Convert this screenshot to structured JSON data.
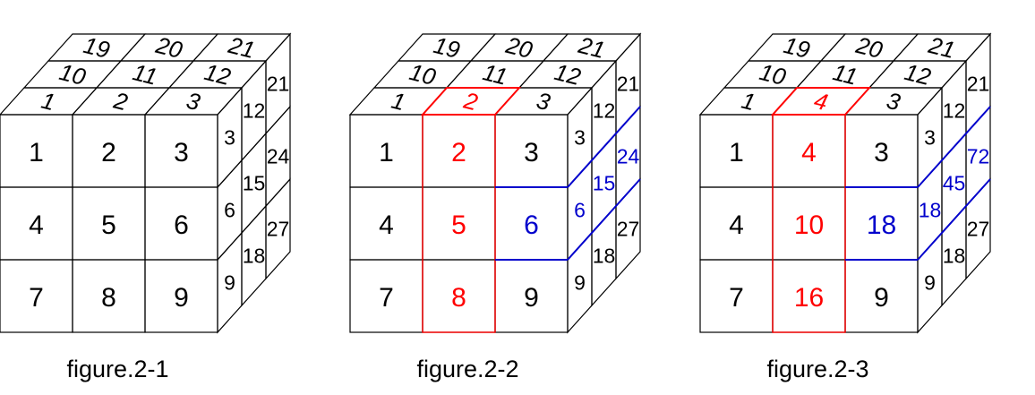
{
  "colors": {
    "default": "#000000",
    "red": "#ff0000",
    "blue": "#0000cc",
    "line": "#000000",
    "background": "#ffffff"
  },
  "figures": [
    {
      "caption": "figure.2-1",
      "front": [
        [
          "1",
          "2",
          "3"
        ],
        [
          "4",
          "5",
          "6"
        ],
        [
          "7",
          "8",
          "9"
        ]
      ],
      "top": [
        [
          "1",
          "2",
          "3"
        ],
        [
          "10",
          "11",
          "12"
        ],
        [
          "19",
          "20",
          "21"
        ]
      ],
      "side": [
        [
          "3",
          "12",
          "21"
        ],
        [
          "6",
          "15",
          "24"
        ],
        [
          "9",
          "18",
          "27"
        ]
      ],
      "highlight": {
        "front_red_col": null,
        "top_red_cell": null,
        "front_blue_cell": null,
        "side_blue_row": null
      }
    },
    {
      "caption": "figure.2-2",
      "front": [
        [
          "1",
          "2",
          "3"
        ],
        [
          "4",
          "5",
          "6"
        ],
        [
          "7",
          "8",
          "9"
        ]
      ],
      "top": [
        [
          "1",
          "2",
          "3"
        ],
        [
          "10",
          "11",
          "12"
        ],
        [
          "19",
          "20",
          "21"
        ]
      ],
      "side": [
        [
          "3",
          "12",
          "21"
        ],
        [
          "6",
          "15",
          "24"
        ],
        [
          "9",
          "18",
          "27"
        ]
      ],
      "highlight": {
        "front_red_col": 1,
        "top_red_cell": [
          0,
          1
        ],
        "front_blue_cell": [
          1,
          2
        ],
        "side_blue_row": 1
      }
    },
    {
      "caption": "figure.2-3",
      "front": [
        [
          "1",
          "4",
          "3"
        ],
        [
          "4",
          "10",
          "18"
        ],
        [
          "7",
          "16",
          "9"
        ]
      ],
      "top": [
        [
          "1",
          "4",
          "3"
        ],
        [
          "10",
          "11",
          "12"
        ],
        [
          "19",
          "20",
          "21"
        ]
      ],
      "side": [
        [
          "3",
          "12",
          "21"
        ],
        [
          "18",
          "45",
          "72"
        ],
        [
          "9",
          "18",
          "27"
        ]
      ],
      "highlight": {
        "front_red_col": 1,
        "top_red_cell": [
          0,
          1
        ],
        "front_blue_cell": [
          1,
          2
        ],
        "side_blue_row": 1
      }
    }
  ]
}
